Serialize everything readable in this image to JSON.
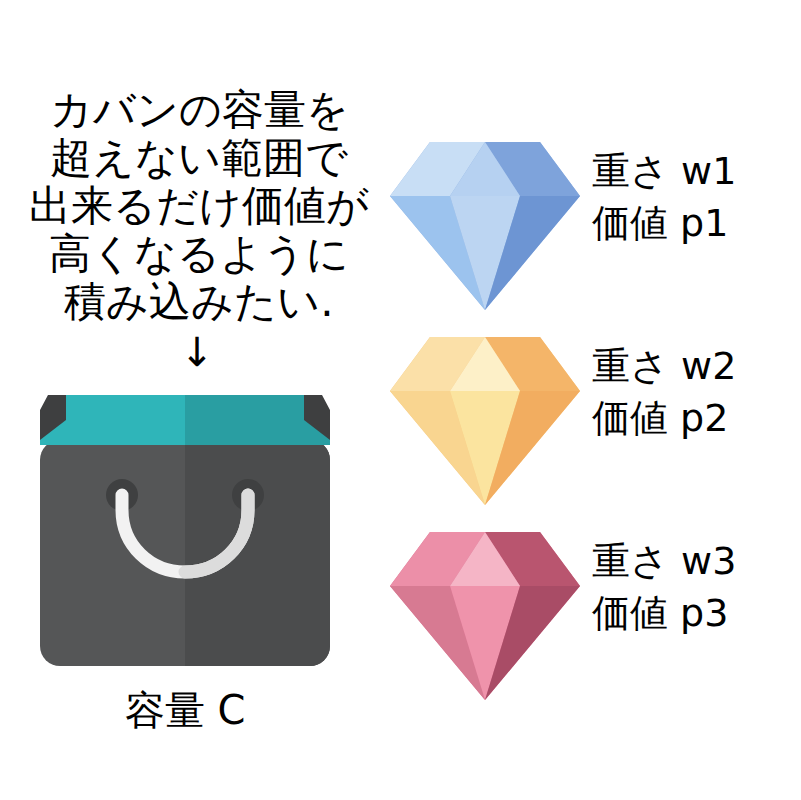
{
  "diagram": {
    "labels": [
      "カバンの容量を 超えない範囲で 出来るだけ価値が 高くなるように 積み込みたい.",
      "↓",
      "容量 C",
      "重さ w1",
      "価値 p1",
      "重さ w2",
      "価値 p2",
      "重さ w3",
      "価値 p3"
    ]
  }
}
